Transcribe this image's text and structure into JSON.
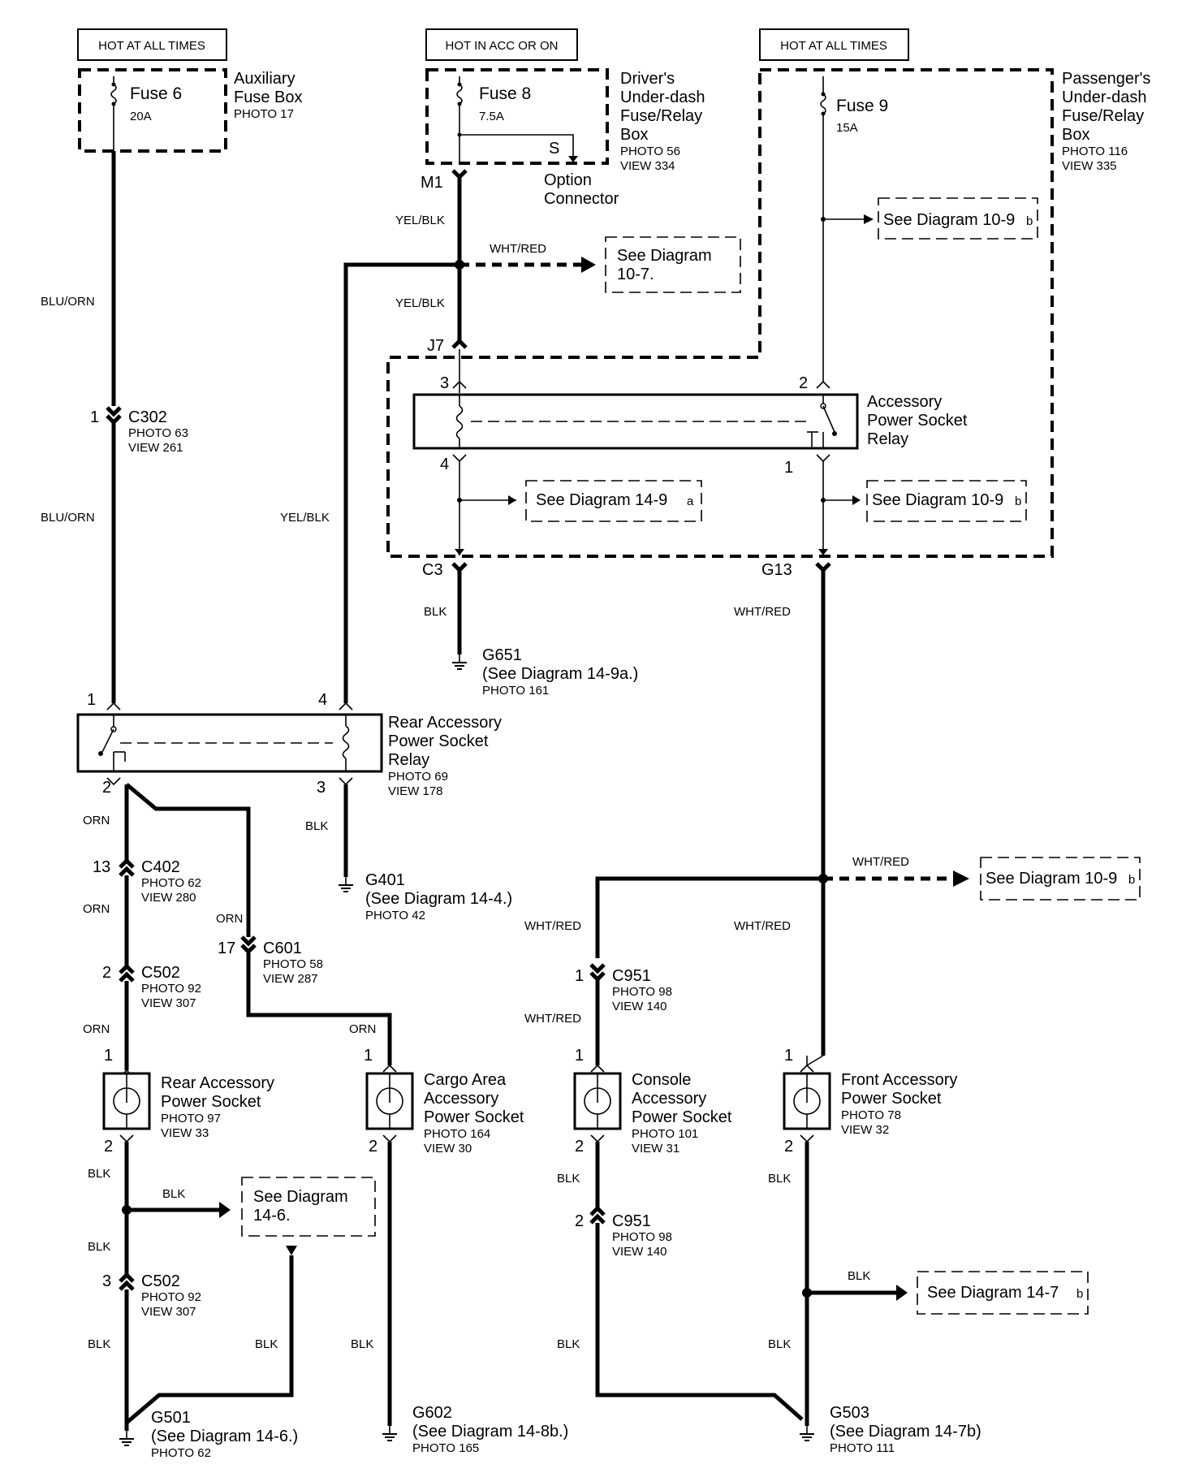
{
  "headers": {
    "hot1": "HOT AT ALL TIMES",
    "hot2": "HOT IN ACC OR ON",
    "hot3": "HOT AT ALL TIMES"
  },
  "fuse6": {
    "name": "Fuse 6",
    "rating": "20A"
  },
  "fuse8": {
    "name": "Fuse 8",
    "rating": "7.5A"
  },
  "fuse9": {
    "name": "Fuse 9",
    "rating": "15A"
  },
  "aux_box": {
    "l1": "Auxiliary",
    "l2": "Fuse Box",
    "photo": "PHOTO 17"
  },
  "drv_box": {
    "l1": "Driver's",
    "l2": "Under-dash",
    "l3": "Fuse/Relay",
    "l4": "Box",
    "photo": "PHOTO 56",
    "view": "VIEW 334"
  },
  "pass_box": {
    "l1": "Passenger's",
    "l2": "Under-dash",
    "l3": "Fuse/Relay",
    "l4": "Box",
    "photo": "PHOTO 116",
    "view": "VIEW 335"
  },
  "option": {
    "s": "S",
    "l1": "Option",
    "l2": "Connector"
  },
  "refs": {
    "d107_a": "See  Diagram",
    "d107_b": "10-7.",
    "d109b_top": "See Diagram 10-9",
    "d149a": "See  Diagram 14-9",
    "d109b_mid": "See Diagram 10-9",
    "d109b_right": "See Diagram 10-9",
    "d146_a": "See  Diagram",
    "d146_b": "14-6.",
    "d147b": "See Diagram 14-7",
    "suffix_a": "a",
    "suffix_b": "b"
  },
  "wires": {
    "yelblk": "YEL/BLK",
    "whtred": "WHT/RED",
    "bluorn": "BLU/ORN",
    "blk": "BLK",
    "orn": "ORN"
  },
  "pins": {
    "p1": "1",
    "p2": "2",
    "p3": "3",
    "p4": "4",
    "p13": "13",
    "p17": "17"
  },
  "connectors": {
    "m1": "M1",
    "j7": "J7",
    "c3": "C3",
    "g13": "G13",
    "c302": {
      "name": "C302",
      "photo": "PHOTO 63",
      "view": "VIEW 261"
    },
    "c402": {
      "name": "C402",
      "photo": "PHOTO 62",
      "view": "VIEW 280"
    },
    "c502": {
      "name": "C502",
      "photo": "PHOTO 92",
      "view": "VIEW 307"
    },
    "c601": {
      "name": "C601",
      "photo": "PHOTO 58",
      "view": "VIEW 287"
    },
    "c951": {
      "name": "C951",
      "photo": "PHOTO 98",
      "view": "VIEW 140"
    }
  },
  "relays": {
    "acc": {
      "l1": "Accessory",
      "l2": "Power Socket",
      "l3": "Relay"
    },
    "rear": {
      "l1": "Rear Accessory",
      "l2": "Power Socket",
      "l3": "Relay",
      "photo": "PHOTO 69",
      "view": "VIEW 178"
    }
  },
  "grounds": {
    "g651": {
      "name": "G651",
      "ref": "(See Diagram 14-9a.)",
      "photo": "PHOTO 161"
    },
    "g401": {
      "name": "G401",
      "ref": "(See Diagram 14-4.)",
      "photo": "PHOTO 42"
    },
    "g501": {
      "name": "G501",
      "ref": "(See  Diagram 14-6.)",
      "photo": "PHOTO 62"
    },
    "g602": {
      "name": "G602",
      "ref": "(See Diagram 14-8b.)",
      "photo": "PHOTO 165"
    },
    "g503": {
      "name": "G503",
      "ref": "(See Diagram 14-7b)",
      "photo": "PHOTO 111"
    }
  },
  "sockets": {
    "rear": {
      "l1": "Rear Accessory",
      "l2": "Power Socket",
      "photo": "PHOTO 97",
      "view": "VIEW 33"
    },
    "cargo": {
      "l1": "Cargo Area",
      "l2": "Accessory",
      "l3": "Power Socket",
      "photo": "PHOTO 164",
      "view": "VIEW 30"
    },
    "console": {
      "l1": "Console",
      "l2": "Accessory",
      "l3": "Power Socket",
      "photo": "PHOTO 101",
      "view": "VIEW 31"
    },
    "front": {
      "l1": "Front Accessory",
      "l2": "Power Socket",
      "photo": "PHOTO 78",
      "view": "VIEW 32"
    }
  }
}
